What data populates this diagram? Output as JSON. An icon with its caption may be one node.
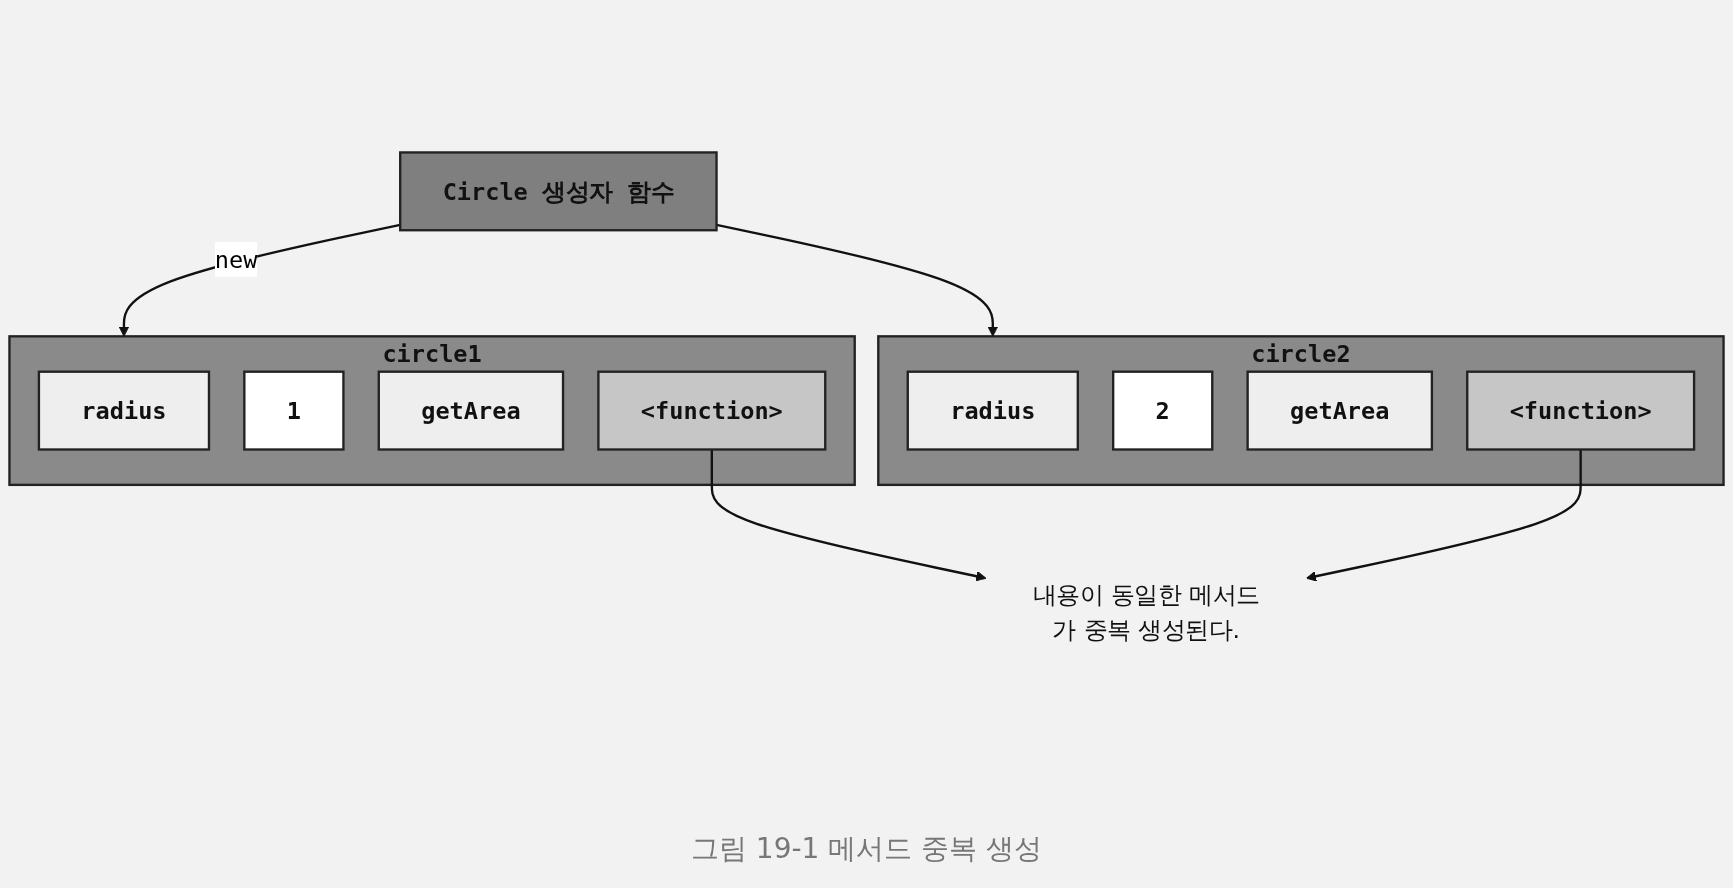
{
  "diagram": {
    "caption": "그림 19-1 메서드 중복 생성",
    "nodes": [
      {
        "text": [
          "Circle 생성자 함수"
        ]
      },
      {
        "text": [
          "circle1"
        ]
      },
      {
        "text": [
          "radius"
        ],
        "in": 1
      },
      {
        "text": [
          "1"
        ],
        "in": 1
      },
      {
        "text": [
          "getArea"
        ],
        "in": 1
      },
      {
        "text": [
          "<function>"
        ],
        "in": 1
      },
      {
        "text": [
          "circle2"
        ]
      },
      {
        "text": [
          "radius"
        ],
        "in": 6
      },
      {
        "text": [
          "2"
        ],
        "in": 6
      },
      {
        "text": [
          "getArea"
        ],
        "in": 6
      },
      {
        "text": [
          "<function>"
        ],
        "in": 6
      },
      {
        "text": [
          "내용이 동일한 메서드가 중복 생성된다."
        ]
      }
    ],
    "edges": [
      {
        "from": 0,
        "to": 1,
        "arrow": "to",
        "label": "new"
      },
      {
        "from": 0,
        "to": 6,
        "arrow": "to"
      },
      {
        "from": 5,
        "to": 11,
        "arrow": "to"
      },
      {
        "from": 10,
        "to": 11,
        "arrow": "to"
      }
    ]
  }
}
